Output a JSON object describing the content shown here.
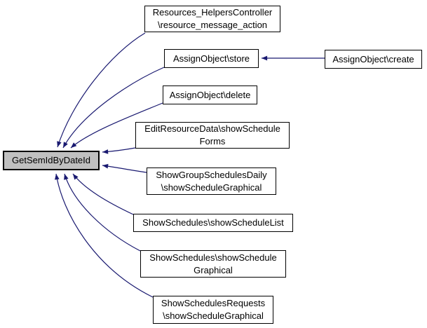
{
  "diagram": {
    "type": "doxygen-caller-graph",
    "focus_function": "GetSemIdByDateId",
    "edge_color": "#191970",
    "node_border_color": "#000000",
    "node_fill": "#ffffff",
    "focus_node_fill": "#c0c0c0",
    "background": "#ffffff"
  },
  "nodes": {
    "resources_helpers": {
      "line1": "Resources_HelpersController",
      "line2": "\\resource_message_action"
    },
    "assign_store": {
      "line1": "AssignObject\\store"
    },
    "assign_create": {
      "line1": "AssignObject\\create"
    },
    "assign_delete": {
      "line1": "AssignObject\\delete"
    },
    "edit_resource": {
      "line1": "EditResourceData\\showSchedule",
      "line2": "Forms"
    },
    "central": {
      "line1": "GetSemIdByDateId"
    },
    "group_daily": {
      "line1": "ShowGroupSchedulesDaily",
      "line2": "\\showScheduleGraphical"
    },
    "sched_list": {
      "line1": "ShowSchedules\\showScheduleList"
    },
    "sched_graph": {
      "line1": "ShowSchedules\\showSchedule",
      "line2": "Graphical"
    },
    "sched_req": {
      "line1": "ShowSchedulesRequests",
      "line2": "\\showScheduleGraphical"
    }
  },
  "edges": [
    {
      "from": "Resources_HelpersController\\resource_message_action",
      "to": "GetSemIdByDateId"
    },
    {
      "from": "AssignObject\\store",
      "to": "GetSemIdByDateId"
    },
    {
      "from": "AssignObject\\delete",
      "to": "GetSemIdByDateId"
    },
    {
      "from": "EditResourceData\\showScheduleForms",
      "to": "GetSemIdByDateId"
    },
    {
      "from": "ShowGroupSchedulesDaily\\showScheduleGraphical",
      "to": "GetSemIdByDateId"
    },
    {
      "from": "ShowSchedules\\showScheduleList",
      "to": "GetSemIdByDateId"
    },
    {
      "from": "ShowSchedules\\showScheduleGraphical",
      "to": "GetSemIdByDateId"
    },
    {
      "from": "ShowSchedulesRequests\\showScheduleGraphical",
      "to": "GetSemIdByDateId"
    },
    {
      "from": "AssignObject\\create",
      "to": "AssignObject\\store"
    }
  ]
}
